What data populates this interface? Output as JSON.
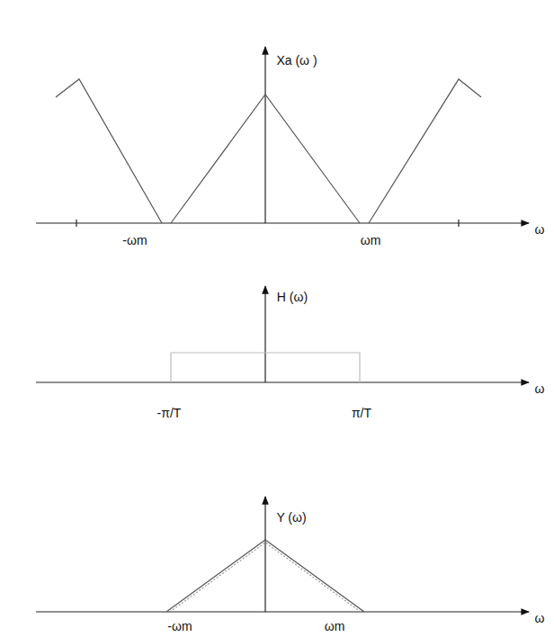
{
  "diagram": {
    "labels": [
      "Xa (ω )",
      "ω",
      "-ωm",
      "ωm",
      "H (ω)",
      "ω",
      "-π/T",
      "π/T",
      "Y (ω)",
      "ω",
      "-ωm",
      "ωm"
    ]
  }
}
